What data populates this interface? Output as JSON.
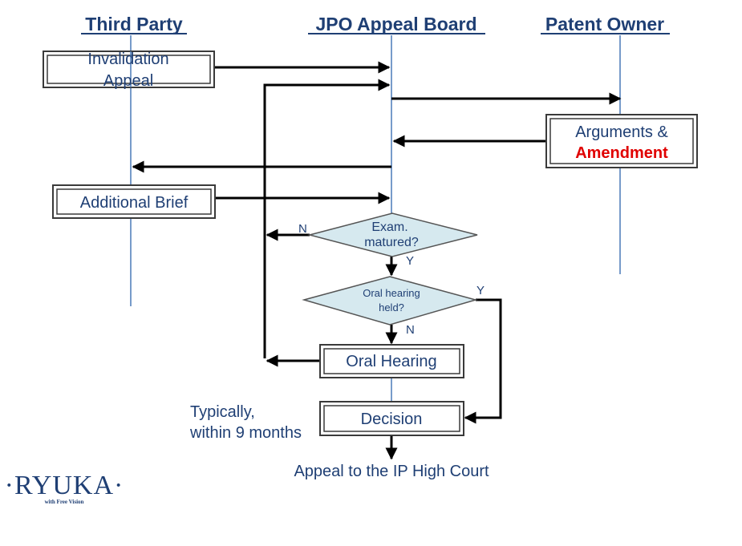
{
  "lanes": {
    "third_party": "Third Party",
    "jpo_board": "JPO Appeal Board",
    "patent_owner": "Patent Owner"
  },
  "boxes": {
    "invalidation_line1": "Invalidation",
    "invalidation_line2": "Appeal",
    "arguments_line1": "Arguments &",
    "arguments_line2": "Amendment",
    "additional_brief": "Additional Brief",
    "oral_hearing": "Oral Hearing",
    "decision": "Decision"
  },
  "decisions": {
    "exam_line1": "Exam.",
    "exam_line2": "matured?",
    "exam_no": "N",
    "exam_yes": "Y",
    "oral_line1": "Oral hearing",
    "oral_line2": "held?",
    "oral_yes": "Y",
    "oral_no": "N"
  },
  "notes": {
    "typically_line1": "Typically,",
    "typically_line2": "within 9 months",
    "appeal_high_court": "Appeal to the IP High Court"
  },
  "logo": {
    "name": "·RYUKA·",
    "tagline": "with Free Vision"
  },
  "colors": {
    "text": "#1f3f74",
    "highlight": "#e00000",
    "lifeline": "#4a7ab8",
    "diamond_fill": "#d6e9ef"
  }
}
